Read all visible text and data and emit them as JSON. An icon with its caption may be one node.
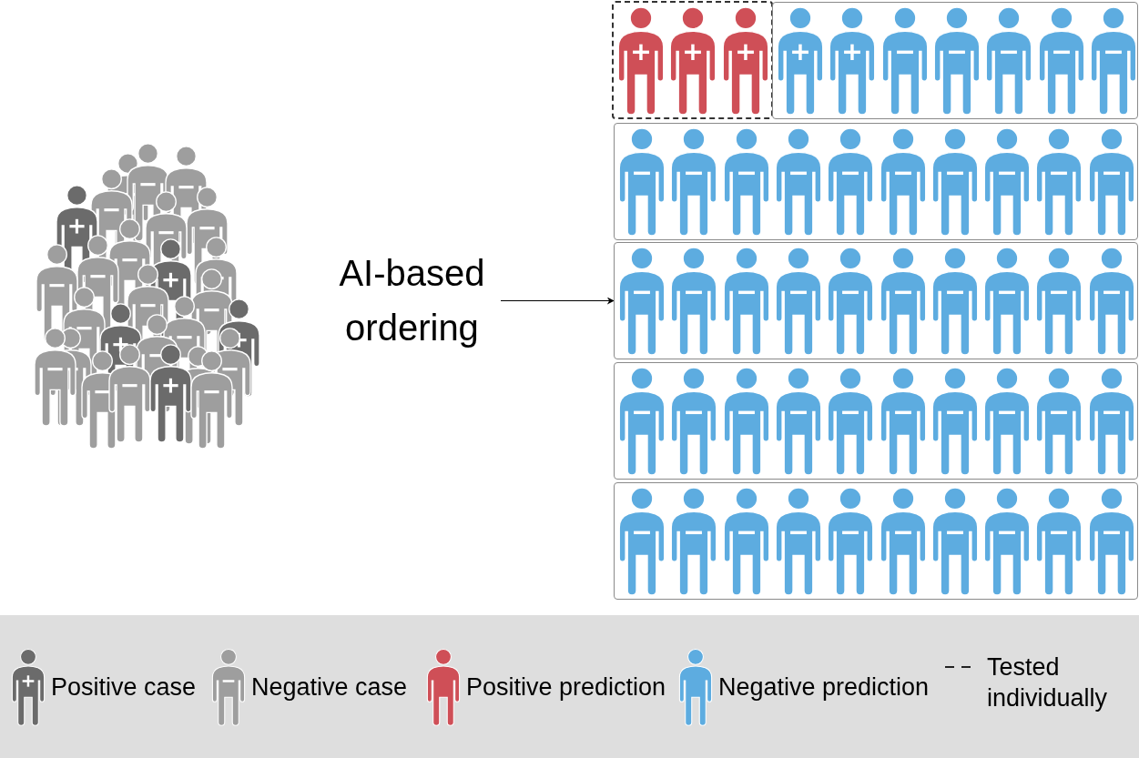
{
  "diagram": {
    "nodes": [
      {
        "text": [],
        "shape": "picture"
      },
      {
        "text": [
          "AI-based ordering"
        ]
      },
      {
        "text": [],
        "shape": "box"
      },
      {
        "text": [],
        "shape": "box"
      },
      {
        "text": [],
        "shape": "box"
      },
      {
        "text": [],
        "shape": "box"
      },
      {
        "text": [],
        "shape": "box"
      },
      {
        "text": [],
        "shape": "box"
      }
    ],
    "edges": [
      {
        "from": 1,
        "to": 5,
        "arrow": "to"
      }
    ],
    "legend": [
      {
        "text": "Positive case"
      },
      {
        "text": "Negative case"
      },
      {
        "text": "Positive prediction"
      },
      {
        "text": "Negative prediction"
      },
      {
        "text": "Tested individually"
      }
    ]
  }
}
